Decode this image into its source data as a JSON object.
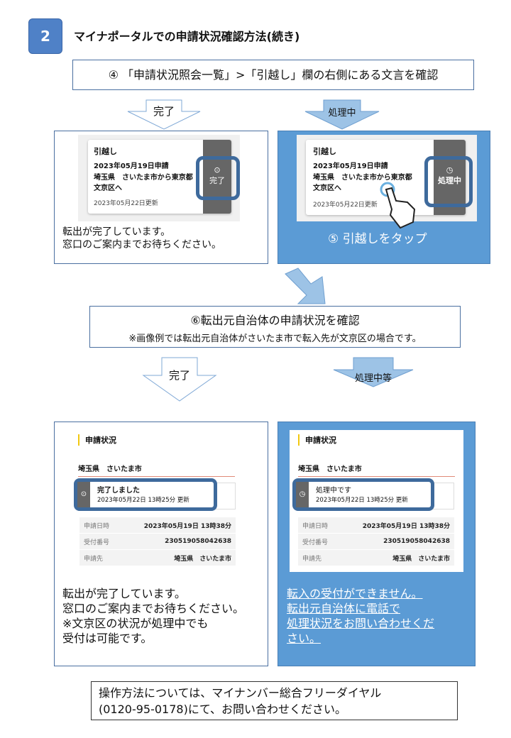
{
  "header": {
    "step": "2",
    "title": "マイナポータルでの申請状況確認方法(続き)"
  },
  "step4": "④ 「申請状況照会一覧」>「引越し」欄の右側にある文言を確認",
  "arrows": {
    "done": "完了",
    "processing": "処理中",
    "processing_etc": "処理中等"
  },
  "card": {
    "title": "引越し",
    "applied": "2023年05月19日申請",
    "route1": "埼玉県　さいたま市から東京都",
    "route2": "文京区へ",
    "updated": "2023年05月22日更新",
    "status_done": "完了",
    "status_processing": "処理中"
  },
  "top_left_msg": [
    "転出が完了しています。",
    "窓口のご案内までお待ちください。"
  ],
  "step5": "⑤ 引越しをタップ",
  "step6": {
    "title": "⑥転出元自治体の申請状況を確認",
    "note": "※画像例では転出元自治体がさいたま市で転入先が文京区の場合です。"
  },
  "status_screen": {
    "heading": "申請状況",
    "municipality": "埼玉県　さいたま市",
    "done": "完了しました",
    "processing": "処理中です",
    "updated": "2023年05月22日 13時25分 更新",
    "rows": [
      {
        "label": "申請日時",
        "value": "2023年05月19日 13時38分"
      },
      {
        "label": "受付番号",
        "value": "230519058042638"
      },
      {
        "label": "申請先",
        "value": "埼玉県　さいたま市"
      }
    ]
  },
  "bottom_left_msg": [
    "転出が完了しています。",
    "窓口のご案内までお待ちください。",
    "※文京区の状況が処理中でも",
    "受付は可能です。"
  ],
  "bottom_right_msg": [
    "転入の受付ができません。",
    "転出元自治体に電話で",
    "処理状況をお問い合わせくだ",
    "さい。"
  ],
  "footer": [
    "操作方法については、マイナンバー総合フリーダイヤル",
    "(0120-95-0178)にて、お問い合わせください。"
  ],
  "colors": {
    "badge": "#4f81c7",
    "panel": "#5b9bd5",
    "ring": "#3e6a9c",
    "arrow_fill": "#9dc3e6"
  }
}
